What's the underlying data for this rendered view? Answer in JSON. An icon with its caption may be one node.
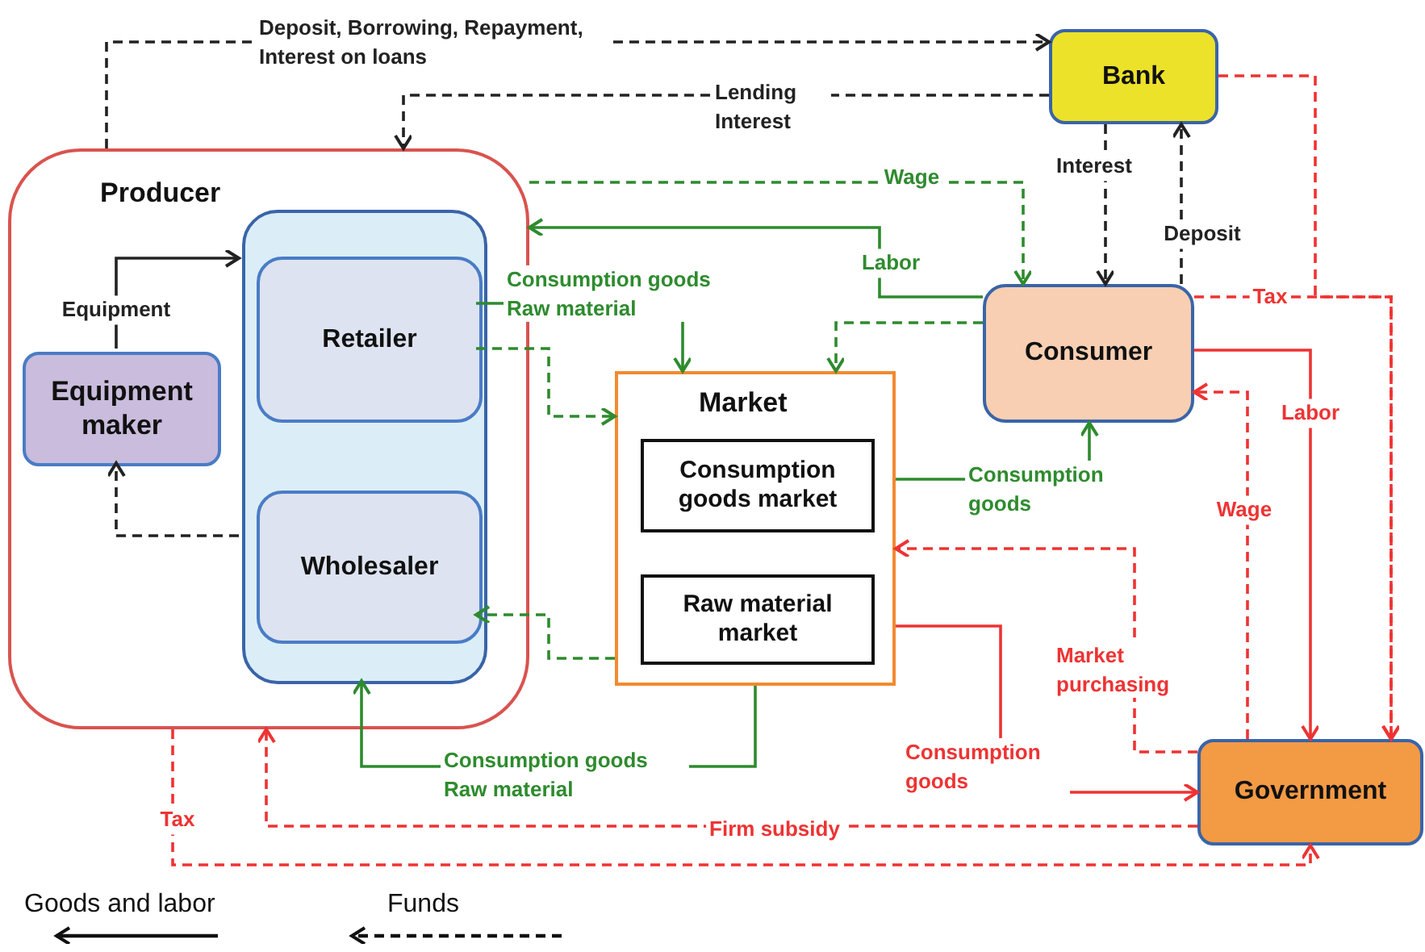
{
  "diagram": {
    "nodes": [
      {
        "text": [
          "Producer"
        ]
      },
      {
        "text": [],
        "shape": "box",
        "in": 0
      },
      {
        "text": [
          "Retailer"
        ],
        "in": 1
      },
      {
        "text": [
          "Wholesaler"
        ],
        "in": 1
      },
      {
        "text": [
          "Equipment maker"
        ],
        "in": 0
      },
      {
        "text": [
          "Bank"
        ]
      },
      {
        "text": [
          "Consumer"
        ]
      },
      {
        "text": [
          "Market"
        ]
      },
      {
        "text": [
          "Consumption goods market"
        ],
        "in": 7
      },
      {
        "text": [
          "Raw material market"
        ],
        "in": 7
      },
      {
        "text": [
          "Government"
        ]
      }
    ],
    "edges": [
      {
        "from": 0,
        "to": 5,
        "arrow": "to",
        "style": "dashed",
        "color": "#222222",
        "label": "Deposit, Borrowing, Repayment, Interest on loans"
      },
      {
        "from": 5,
        "to": 0,
        "arrow": "to",
        "style": "dashed",
        "color": "#222222",
        "label": "Lending Interest"
      },
      {
        "from": 5,
        "to": 6,
        "arrow": "to",
        "style": "dashed",
        "color": "#222222",
        "label": "Interest"
      },
      {
        "from": 6,
        "to": 5,
        "arrow": "to",
        "style": "dashed",
        "color": "#222222",
        "label": "Deposit"
      },
      {
        "from": 5,
        "to": 10,
        "arrow": "to",
        "style": "dashed",
        "color": "#ee3333"
      },
      {
        "from": 6,
        "to": 10,
        "arrow": "to",
        "style": "dashed",
        "color": "#ee3333",
        "label": "Tax"
      },
      {
        "from": 6,
        "to": 10,
        "arrow": "to",
        "color": "#ee3333",
        "label": "Labor"
      },
      {
        "from": 10,
        "to": 6,
        "arrow": "to",
        "style": "dashed",
        "color": "#ee3333",
        "label": "Wage"
      },
      {
        "from": 0,
        "to": 6,
        "arrow": "to",
        "style": "dashed",
        "color": "#2e8b2e",
        "label": "Wage"
      },
      {
        "from": 6,
        "to": 0,
        "arrow": "to",
        "color": "#2e8b2e",
        "label": "Labor"
      },
      {
        "from": 2,
        "to": 7,
        "arrow": "to",
        "color": "#2e8b2e",
        "label": "Consumption goods Raw material"
      },
      {
        "from": 2,
        "to": 7,
        "arrow": "to",
        "style": "dashed",
        "color": "#2e8b2e"
      },
      {
        "from": 7,
        "to": 3,
        "arrow": "to",
        "style": "dashed",
        "color": "#2e8b2e"
      },
      {
        "from": 7,
        "to": 1,
        "arrow": "to",
        "color": "#2e8b2e",
        "label": "Consumption goods Raw material"
      },
      {
        "from": 6,
        "to": 7,
        "arrow": "to",
        "style": "dashed",
        "color": "#2e8b2e"
      },
      {
        "from": 7,
        "to": 6,
        "arrow": "to",
        "color": "#2e8b2e",
        "label": "Consumption goods"
      },
      {
        "from": 10,
        "to": 7,
        "arrow": "to",
        "style": "dashed",
        "color": "#ee3333",
        "label": "Market purchasing"
      },
      {
        "from": 7,
        "to": 10,
        "arrow": "to",
        "color": "#ee3333",
        "label": "Consumption goods"
      },
      {
        "from": 0,
        "to": 10,
        "arrow": "to",
        "style": "dashed",
        "color": "#ee3333",
        "label": "Tax"
      },
      {
        "from": 10,
        "to": 0,
        "arrow": "to",
        "style": "dashed",
        "color": "#ee3333",
        "label": "Firm subsidy"
      },
      {
        "from": 4,
        "to": 1,
        "arrow": "to",
        "color": "#222222",
        "label": "Equipment"
      },
      {
        "from": 1,
        "to": 4,
        "arrow": "to",
        "style": "dashed",
        "color": "#222222"
      }
    ],
    "legend": [
      {
        "text": "Goods and labor"
      },
      {
        "text": "Funds"
      }
    ]
  }
}
